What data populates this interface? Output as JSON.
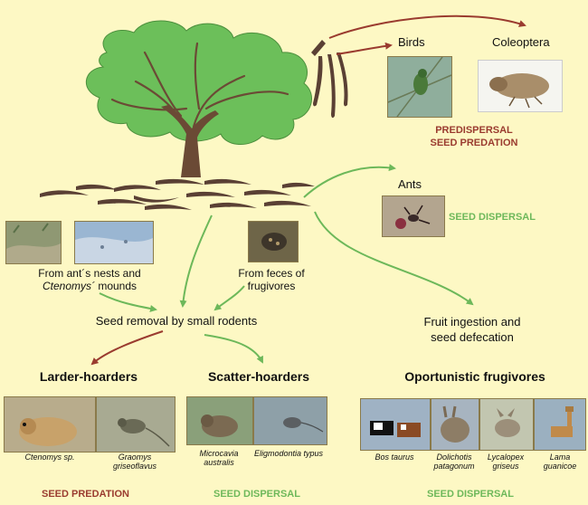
{
  "top": {
    "birds": "Birds",
    "coleoptera": "Coleoptera",
    "predispersal_line1": "PREDISPERSAL",
    "predispersal_line2": "SEED PREDATION",
    "ants": "Ants",
    "ants_dispersal": "SEED DISPERSAL"
  },
  "sources": {
    "ant_nests_line1": "From ant´s nests and",
    "ant_nests_italic": "Ctenomys´",
    "ant_nests_rest": " mounds",
    "feces_line1": "From feces of",
    "feces_line2": "frugivores"
  },
  "processes": {
    "seed_removal": "Seed removal by small rodents",
    "fruit_ingestion_line1": "Fruit ingestion and",
    "fruit_ingestion_line2": "seed defecation"
  },
  "groups": {
    "larder": "Larder-hoarders",
    "scatter": "Scatter-hoarders",
    "oportunistic": "Oportunistic frugivores"
  },
  "species": {
    "ctenomys": "Ctenomys sp.",
    "graomys_1": "Graomys",
    "graomys_2": "griseoflavus",
    "microcavia_1": "Microcavia",
    "microcavia_2": "australis",
    "eligmodontia": "Eligmodontia typus",
    "bos": "Bos taurus",
    "dolichotis_1": "Dolichotis",
    "dolichotis_2": "patagonum",
    "lycalopex_1": "Lycalopex",
    "lycalopex_2": "griseus",
    "lama_1": "Lama",
    "lama_2": "guanicoe"
  },
  "outcomes": {
    "seed_predation": "SEED PREDATION",
    "seed_dispersal_mid": "SEED DISPERSAL",
    "seed_dispersal_right": "SEED DISPERSAL"
  },
  "colors": {
    "background": "#fdf8c4",
    "tree_green": "#6cbf5a",
    "trunk": "#6b4a35",
    "arrow_red": "#9a3b2f",
    "arrow_green": "#6db85a",
    "pod": "#5a4034"
  }
}
